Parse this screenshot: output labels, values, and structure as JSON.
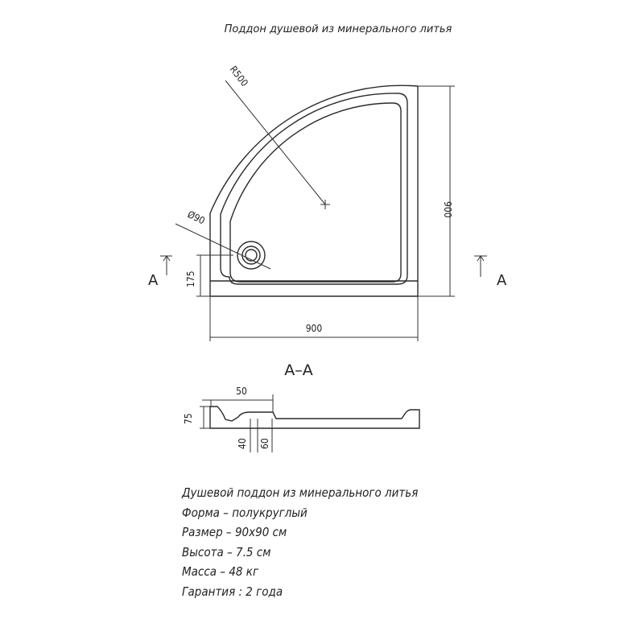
{
  "title": "Поддон душевой из минерального литья",
  "plan": {
    "radius_label": "R500",
    "drain_label": "Ø90",
    "offset_label": "175",
    "width_label": "900",
    "depth_label": "900",
    "section_mark_left": "A",
    "section_mark_right": "A"
  },
  "section": {
    "title": "A–A",
    "top_label": "50",
    "height_label": "75",
    "label_40": "40",
    "label_60": "60"
  },
  "specs": [
    "Душевой поддон из минерального литья",
    "Форма – полукруглый",
    "Размер – 90х90 см",
    "Высота – 7.5 см",
    "Масса –  48 кг",
    "Гарантия : 2 года"
  ]
}
